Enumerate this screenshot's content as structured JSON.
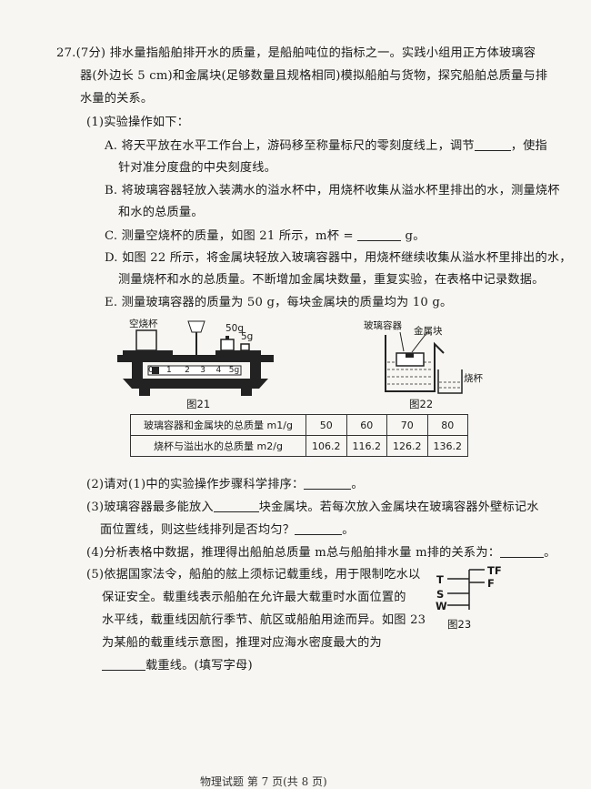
{
  "q": {
    "intro_1": "27.(7分) 排水量指船舶排开水的质量，是船舶吨位的指标之一。实践小组用正方体玻璃容",
    "intro_2": "器(外边长 5 cm)和金属块(足够数量且规格相同)模拟船舶与货物，探究船舶总质量与排",
    "intro_3": "水量的关系。",
    "p1": "(1)实验操作如下：",
    "A1a": "A. 将天平放在水平工作台上，游码移至称量标尺的零刻度线上，调节",
    "A1b": "，使指",
    "A2": "针对准分度盘的中央刻度线。",
    "B1": "B. 将玻璃容器轻放入装满水的溢水杯中，用烧杯收集从溢水杯里排出的水，测量烧杯",
    "B2": "和水的总质量。",
    "C1a": "C. 测量空烧杯的质量，如图 21 所示，m杯 =",
    "C1b": "g。",
    "D1": "D. 如图 22 所示，将金属块轻放入玻璃容器中，用烧杯继续收集从溢水杯里排出的水，",
    "D2": "测量烧杯和水的总质量。不断增加金属块数量，重复实验，在表格中记录数据。",
    "E1": "E. 测量玻璃容器的质量为 50 g，每块金属块的质量均为 10 g。",
    "p2a": "(2)请对(1)中的实验操作步骤科学排序：",
    "p2b": "。",
    "p3a": "(3)玻璃容器最多能放入",
    "p3b": "块金属块。若每次放入金属块在玻璃容器外壁标记水",
    "p3c": "面位置线，则这些线排列是否均匀？",
    "p3d": "。",
    "p4a": "(4)分析表格中数据，推理得出船舶总质量 m总与船舶排水量 m排的关系为：",
    "p4b": "。",
    "p5_1": "(5)依据国家法令，船舶的舷上须标记载重线，用于限制吃水以",
    "p5_2": "保证安全。载重线表示船舶在允许最大载重时水面位置的",
    "p5_3": "水平线，载重线因航行季节、航区或船舶用途而异。如图 23",
    "p5_4": "为某船的载重线示意图，推理对应海水密度最大的为",
    "p5_5": "载重线。(填写字母)"
  },
  "fig21": {
    "caption": "图21",
    "cup_label": "空烧杯",
    "w50": "50g",
    "w5": "5g",
    "scale": [
      "0",
      "1",
      "2",
      "3",
      "4",
      "5g"
    ]
  },
  "fig22": {
    "caption": "图22",
    "container_label": "玻璃容器",
    "metal_label": "金属块",
    "beaker_label": "烧杯"
  },
  "fig23": {
    "caption": "图23",
    "labels": [
      "T",
      "S",
      "W",
      "TF",
      "F"
    ]
  },
  "table": {
    "row1_head": "玻璃容器和金属块的总质量 m1/g",
    "row1": [
      "50",
      "60",
      "70",
      "80"
    ],
    "row2_head": "烧杯与溢出水的总质量 m2/g",
    "row2": [
      "106.2",
      "116.2",
      "126.2",
      "136.2"
    ]
  },
  "footer": "物理试题  第 7 页(共 8 页)"
}
